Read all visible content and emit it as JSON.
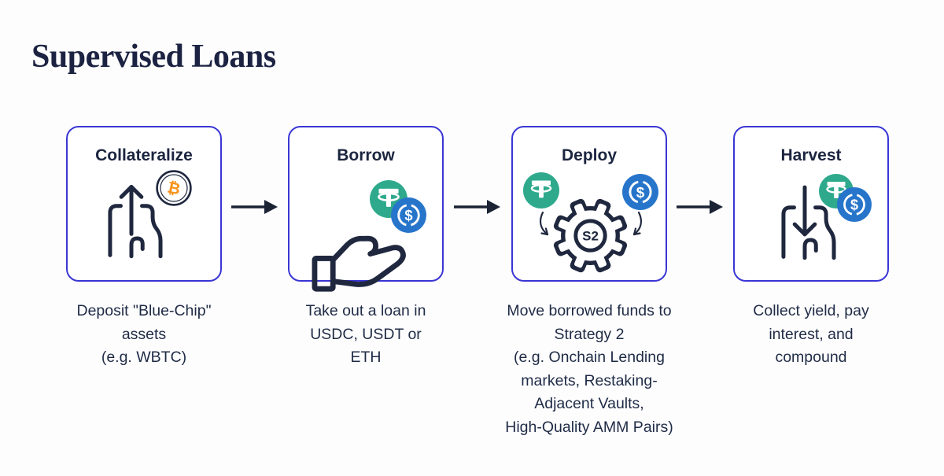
{
  "title": "Supervised Loans",
  "steps": [
    {
      "title": "Collateralize",
      "caption": "Deposit \"Blue-Chip\"\nassets\n(e.g. WBTC)"
    },
    {
      "title": "Borrow",
      "caption": "Take out a loan in\nUSDC, USDT or\nETH"
    },
    {
      "title": "Deploy",
      "caption": "Move borrowed funds to\nStrategy 2\n(e.g. Onchain Lending\nmarkets, Restaking-\nAdjacent Vaults,\nHigh-Quality AMM Pairs)",
      "gear_label": "S2"
    },
    {
      "title": "Harvest",
      "caption": "Collect yield, pay\ninterest, and\ncompound"
    }
  ],
  "icons": {
    "wbtc_symbol": "₿",
    "usdc_symbol": "$",
    "wbtc": "wbtc-coin",
    "tether": "tether-coin",
    "usdc": "usdc-coin",
    "gear": "strategy-gear",
    "flow_arrow": "right-arrow"
  },
  "colors": {
    "box_border": "#3a36d4",
    "ink": "#20283f",
    "title_ink": "#1c2342",
    "tether_green": "#2EA98C",
    "usdc_blue": "#2775CA",
    "bitcoin_orange": "#F7931A"
  }
}
